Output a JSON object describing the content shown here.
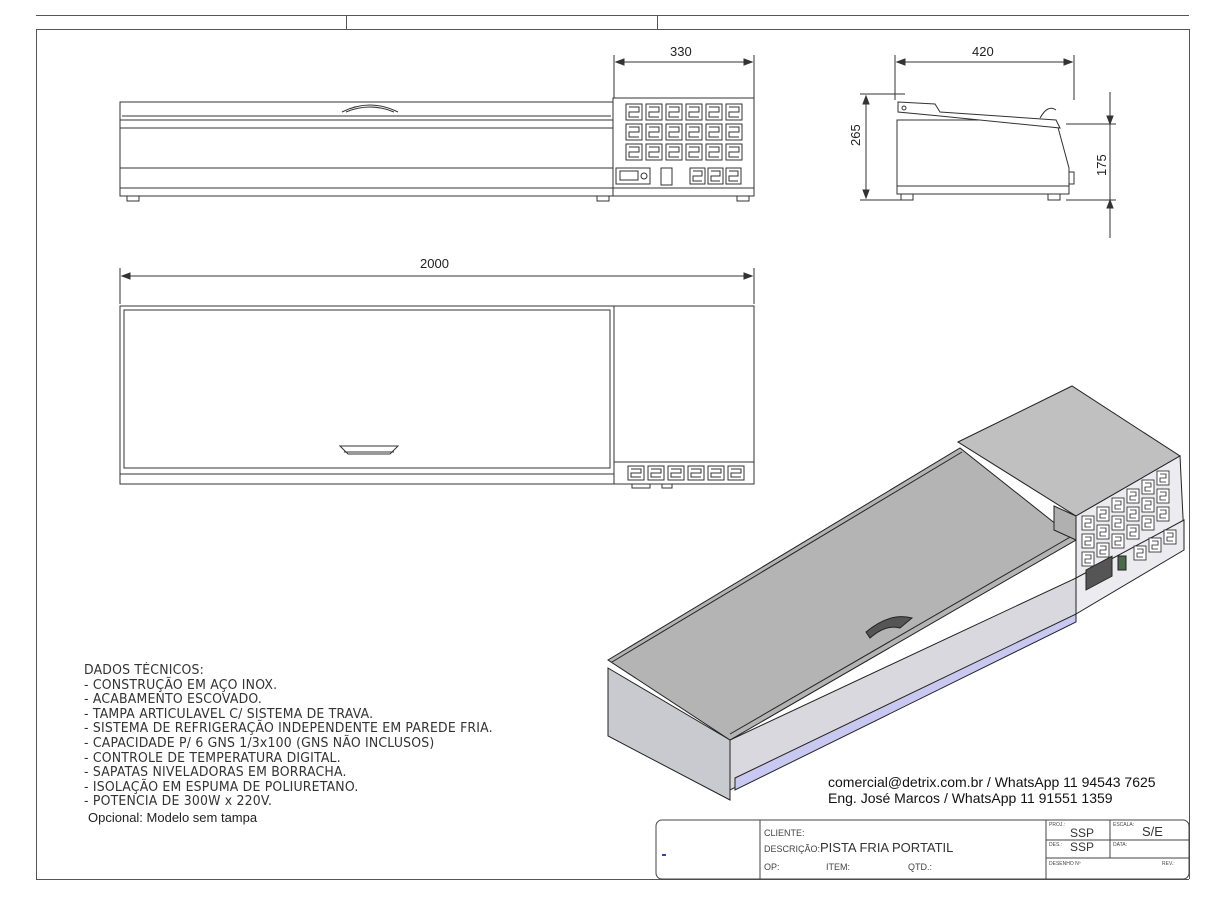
{
  "dimensions": {
    "front_width_panel": "330",
    "side_depth": "420",
    "side_height": "265",
    "side_body_height": "175",
    "top_length": "2000"
  },
  "specs": {
    "title": "DADOS TÉCNICOS:",
    "lines": [
      "- CONSTRUÇÃO EM AÇO INOX.",
      "- ACABAMENTO ESCOVADO.",
      "- TAMPA ARTICULAVEL C/ SISTEMA DE TRAVA.",
      "- SISTEMA DE REFRIGERAÇÃO INDEPENDENTE EM PAREDE FRIA.",
      "- CAPACIDADE P/ 6 GNS 1/3x100 (GNS NÃO INCLUSOS)",
      "- CONTROLE DE TEMPERATURA DIGITAL.",
      "- SAPATAS NIVELADORAS EM BORRACHA.",
      "- ISOLAÇÃO EM ESPUMA DE POLIURETANO.",
      "- POTENCIA DE 300W x 220V."
    ],
    "optional": "Opcional: Modelo sem tampa"
  },
  "contact": {
    "line1": "comercial@detrix.com.br / WhatsApp  11 94543 7625",
    "line2": "Eng. José Marcos / WhatsApp 11 91551 1359"
  },
  "title_block": {
    "cliente_label": "CLIENTE:",
    "descricao_label": "DESCRIÇÃO:",
    "descricao_value": "PISTA FRIA PORTATIL",
    "op_label": "OP:",
    "item_label": "ITEM:",
    "qtd_label": "QTD.:",
    "proj_label": "PROJ.:",
    "proj_value": "SSP",
    "des_label": "DES.:",
    "des_value": "SSP",
    "escala_label": "ESCALA:",
    "escala_value": "S/E",
    "data_label": "DATA:",
    "desenho_label": "DESENHO Nº",
    "rev_label": "REV.:"
  },
  "colors": {
    "line": "#333333",
    "steel_top": "#b4b4b4",
    "steel_front": "#d8d8de",
    "steel_side": "#c9c9d0",
    "panel_front": "#ebebf0",
    "strip": "#c8c8f0",
    "button": "#4a6a4a"
  }
}
